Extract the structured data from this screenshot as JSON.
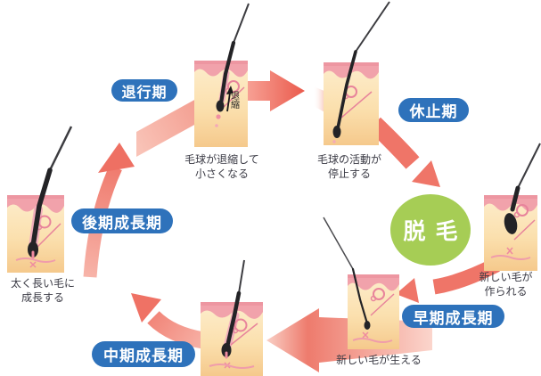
{
  "diagram_title": "hair-growth-cycle",
  "colors": {
    "label_pill": "#2e72bb",
    "label_text": "#ffffff",
    "shedding_circle": "#a6cd55",
    "arrow_salmon": "#ef7568",
    "arrow_light": "#f9c3b7",
    "caption_text": "#3b3b45",
    "skin_epidermis": "#f1a2ab",
    "skin_dermis_top": "#fdedcd",
    "skin_dermis_bottom": "#f5c98c",
    "hair": "#232326",
    "gland_pink": "#e8839b"
  },
  "labels": {
    "regression": "退行期",
    "resting": "休止期",
    "shedding": "脱 毛",
    "early_growth": "早期成長期",
    "mid_growth": "中期成長期",
    "late_growth": "後期成長期"
  },
  "captions": {
    "regression": [
      "毛球が退縮して",
      "小さくなる"
    ],
    "resting": [
      "毛球の活動が",
      "停止する"
    ],
    "new_hair": [
      "新しい毛が",
      "作られる"
    ],
    "early_growth": [
      "新しい毛が生える"
    ],
    "late_growth": [
      "太く長い毛に",
      "成長する"
    ]
  },
  "annotations": {
    "regression_note": "退縮"
  }
}
